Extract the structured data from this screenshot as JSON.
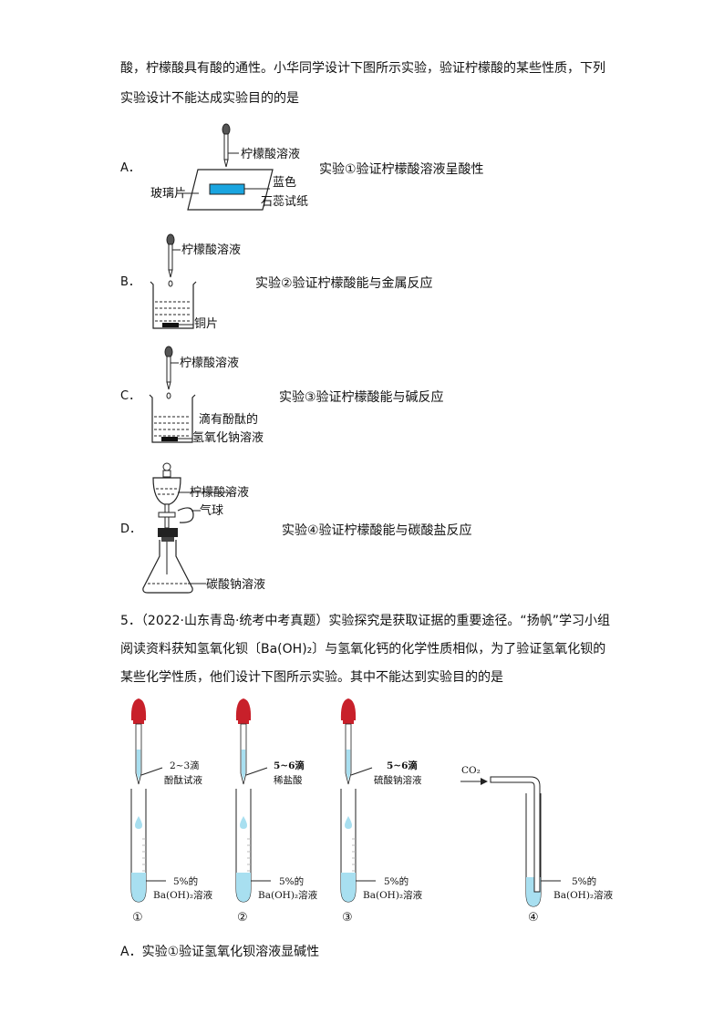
{
  "q4": {
    "line1": "酸，柠檬酸具有酸的通性。小华同学设计下图所示实验，验证柠檬酸的某些性质，下列",
    "line2": "实验设计不能达成实验目的的是"
  },
  "optionA": {
    "letter": "A．",
    "reagent": "柠檬酸溶液",
    "glass": "玻璃片",
    "paper1": "蓝色",
    "paper2": "石蕊试纸",
    "desc": "实验①验证柠檬酸溶液呈酸性"
  },
  "optionB": {
    "letter": "B．",
    "reagent": "柠檬酸溶液",
    "solid": "铜片",
    "desc": "实验②验证柠檬酸能与金属反应"
  },
  "optionC": {
    "letter": "C．",
    "reagent": "柠檬酸溶液",
    "sol1": "滴有酚酞的",
    "sol2": "氢氧化钠溶液",
    "desc": "实验③验证柠檬酸能与碱反应"
  },
  "optionD": {
    "letter": "D．",
    "reagent": "柠檬酸溶液",
    "balloon": "气球",
    "sol": "碳酸钠溶液",
    "desc": "实验④验证柠檬酸能与碳酸盐反应"
  },
  "q5": {
    "line1": "5．（2022·山东青岛·统考中考真题）实验探究是获取证据的重要途径。“扬帆”学习小组",
    "line2": "阅读资料获知氢氧化钡〔Ba(OH)₂〕与氢氧化钙的化学性质相似，为了验证氢氧化钡的",
    "line3": "某些化学性质，他们设计下图所示实验。其中不能达到实验目的的是"
  },
  "tubes": [
    {
      "reagent1": "2~3滴",
      "reagent2": "酚酞试液",
      "sol1": "5%的",
      "sol2": "Ba(OH)₂溶液",
      "num": "①"
    },
    {
      "reagent1": "5~6滴",
      "reagent2": "稀盐酸",
      "sol1": "5%的",
      "sol2": "Ba(OH)₂溶液",
      "num": "②"
    },
    {
      "reagent1": "5~6滴",
      "reagent2": "硫酸钠溶液",
      "sol1": "5%的",
      "sol2": "Ba(OH)₂溶液",
      "num": "③"
    },
    {
      "gas": "CO₂",
      "sol1": "5%的",
      "sol2": "Ba(OH)₂溶液",
      "num": "④"
    }
  ],
  "answerA": "A．实验①验证氢氧化钡溶液显碱性",
  "colors": {
    "bulb": "#c8202a",
    "liquid": "#a8dff0",
    "paper": "#1aa5e0"
  }
}
